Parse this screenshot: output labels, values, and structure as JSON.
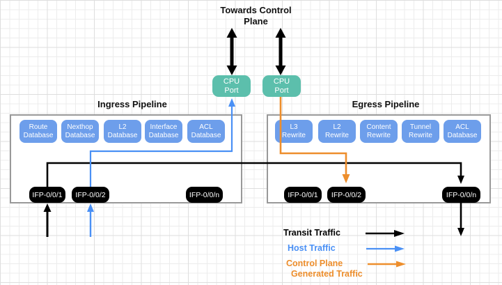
{
  "labels": {
    "towards_control_plane": "Towards Control\nPlane",
    "ingress_title": "Ingress Pipeline",
    "egress_title": "Egress Pipeline"
  },
  "cpu_ports": {
    "ingress": "CPU\nPort",
    "egress": "CPU\nPort"
  },
  "ingress": {
    "title": "Ingress Pipeline",
    "modules": [
      "Route\nDatabase",
      "Nexthop\nDatabase",
      "L2\nDatabase",
      "Interface\nDatabase",
      "ACL\nDatabase"
    ],
    "ports": [
      "IFP-0/0/1",
      "IFP-0/0/2",
      "IFP-0/0/n"
    ]
  },
  "egress": {
    "title": "Egress Pipeline",
    "modules": [
      "L3\nRewrite",
      "L2\nRewrite",
      "Content\nRewrite",
      "Tunnel\nRewrite",
      "ACL\nDatabase"
    ],
    "ports": [
      "IFP-0/0/1",
      "IFP-0/0/2",
      "IFP-0/0/n"
    ]
  },
  "legend": {
    "transit": {
      "label": "Transit Traffic",
      "color": "#000000"
    },
    "host": {
      "label": "Host Traffic",
      "color": "#4a90f5"
    },
    "control": {
      "label": "Control Plane\n  Generated Traffic",
      "color": "#ed8e2c"
    }
  },
  "colors": {
    "module_blue": "#6d9eeb",
    "cpu_teal": "#5cbfac",
    "port_black": "#000000",
    "transit_black": "#000000",
    "host_blue": "#4a90f5",
    "control_orange": "#ed8e2c",
    "pipeline_border": "#999999",
    "grid_line": "#ececec"
  }
}
